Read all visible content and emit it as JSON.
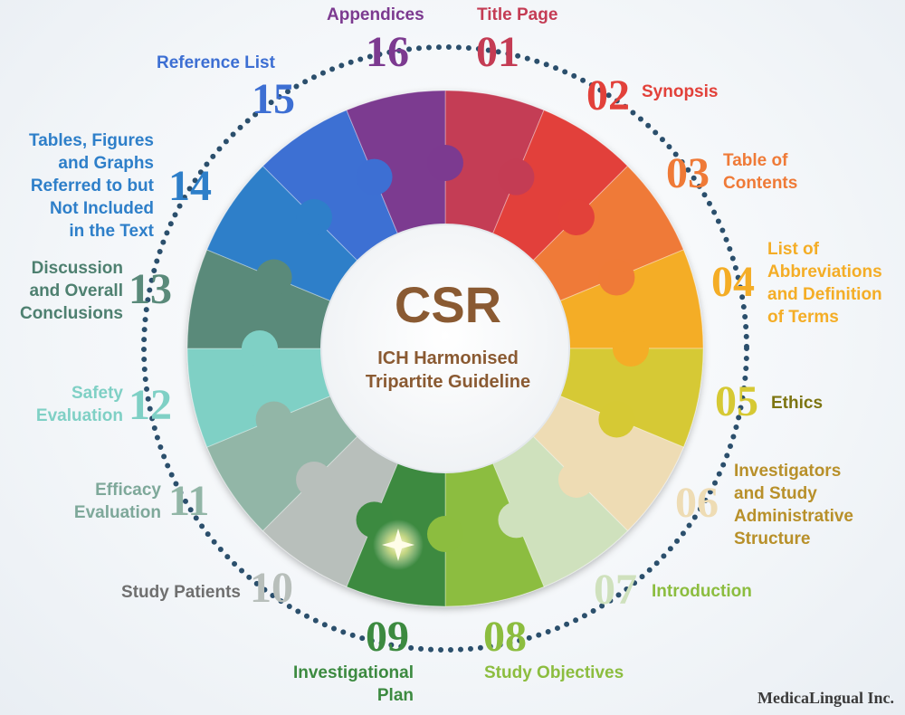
{
  "center": {
    "title": "CSR",
    "subtitle_line1": "ICH Harmonised",
    "subtitle_line2": "Tripartite Guideline"
  },
  "credit": "MedicaLingual Inc.",
  "sections": [
    {
      "num": "01",
      "lines": [
        "Title Page"
      ],
      "color": "#c43c54"
    },
    {
      "num": "02",
      "lines": [
        "Synopsis"
      ],
      "color": "#e2413a"
    },
    {
      "num": "03",
      "lines": [
        "Table of",
        "Contents"
      ],
      "color": "#ef7a37"
    },
    {
      "num": "04",
      "lines": [
        "List of",
        "Abbreviations",
        "and Definition",
        "of Terms"
      ],
      "color": "#f4ad26"
    },
    {
      "num": "05",
      "lines": [
        "Ethics"
      ],
      "color": "#d6c934"
    },
    {
      "num": "06",
      "lines": [
        "Investigators",
        "and Study",
        "Administrative",
        "Structure"
      ],
      "color": "#eedcb4"
    },
    {
      "num": "07",
      "lines": [
        "Introduction"
      ],
      "color": "#cfe1bd"
    },
    {
      "num": "08",
      "lines": [
        "Study Objectives"
      ],
      "color": "#8cbd3f"
    },
    {
      "num": "09",
      "lines": [
        "Investigational",
        "Plan"
      ],
      "color": "#3c8a40"
    },
    {
      "num": "10",
      "lines": [
        "Study Patients"
      ],
      "color": "#b8bfbb"
    },
    {
      "num": "11",
      "lines": [
        "Efficacy",
        "Evaluation"
      ],
      "color": "#92b6a7"
    },
    {
      "num": "12",
      "lines": [
        "Safety",
        "Evaluation"
      ],
      "color": "#7fd0c5"
    },
    {
      "num": "13",
      "lines": [
        "Discussion",
        "and Overall",
        "Conclusions"
      ],
      "color": "#5a8a7a"
    },
    {
      "num": "14",
      "lines": [
        "Tables, Figures",
        "and Graphs",
        "Referred to but",
        "Not Included",
        "in the Text"
      ],
      "color": "#2e7fc9"
    },
    {
      "num": "15",
      "lines": [
        "Reference List"
      ],
      "color": "#3d6fd3"
    },
    {
      "num": "16",
      "lines": [
        "Appendices"
      ],
      "color": "#7c3a90"
    }
  ]
}
